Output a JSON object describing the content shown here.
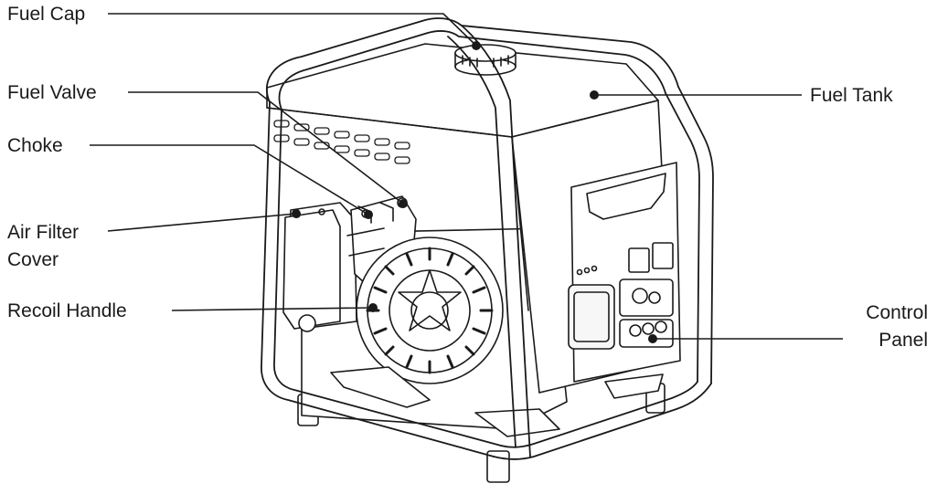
{
  "colors": {
    "line": "#1a1a1a",
    "fill": "#ffffff",
    "shade": "#f2f2f2"
  },
  "labels": {
    "fuel_cap": "Fuel Cap",
    "fuel_valve": "Fuel Valve",
    "choke": "Choke",
    "air_filter_1": "Air Filter",
    "air_filter_2": "Cover",
    "recoil_handle": "Recoil Handle",
    "fuel_tank": "Fuel Tank",
    "control_panel_1": "Control",
    "control_panel_2": "Panel"
  }
}
